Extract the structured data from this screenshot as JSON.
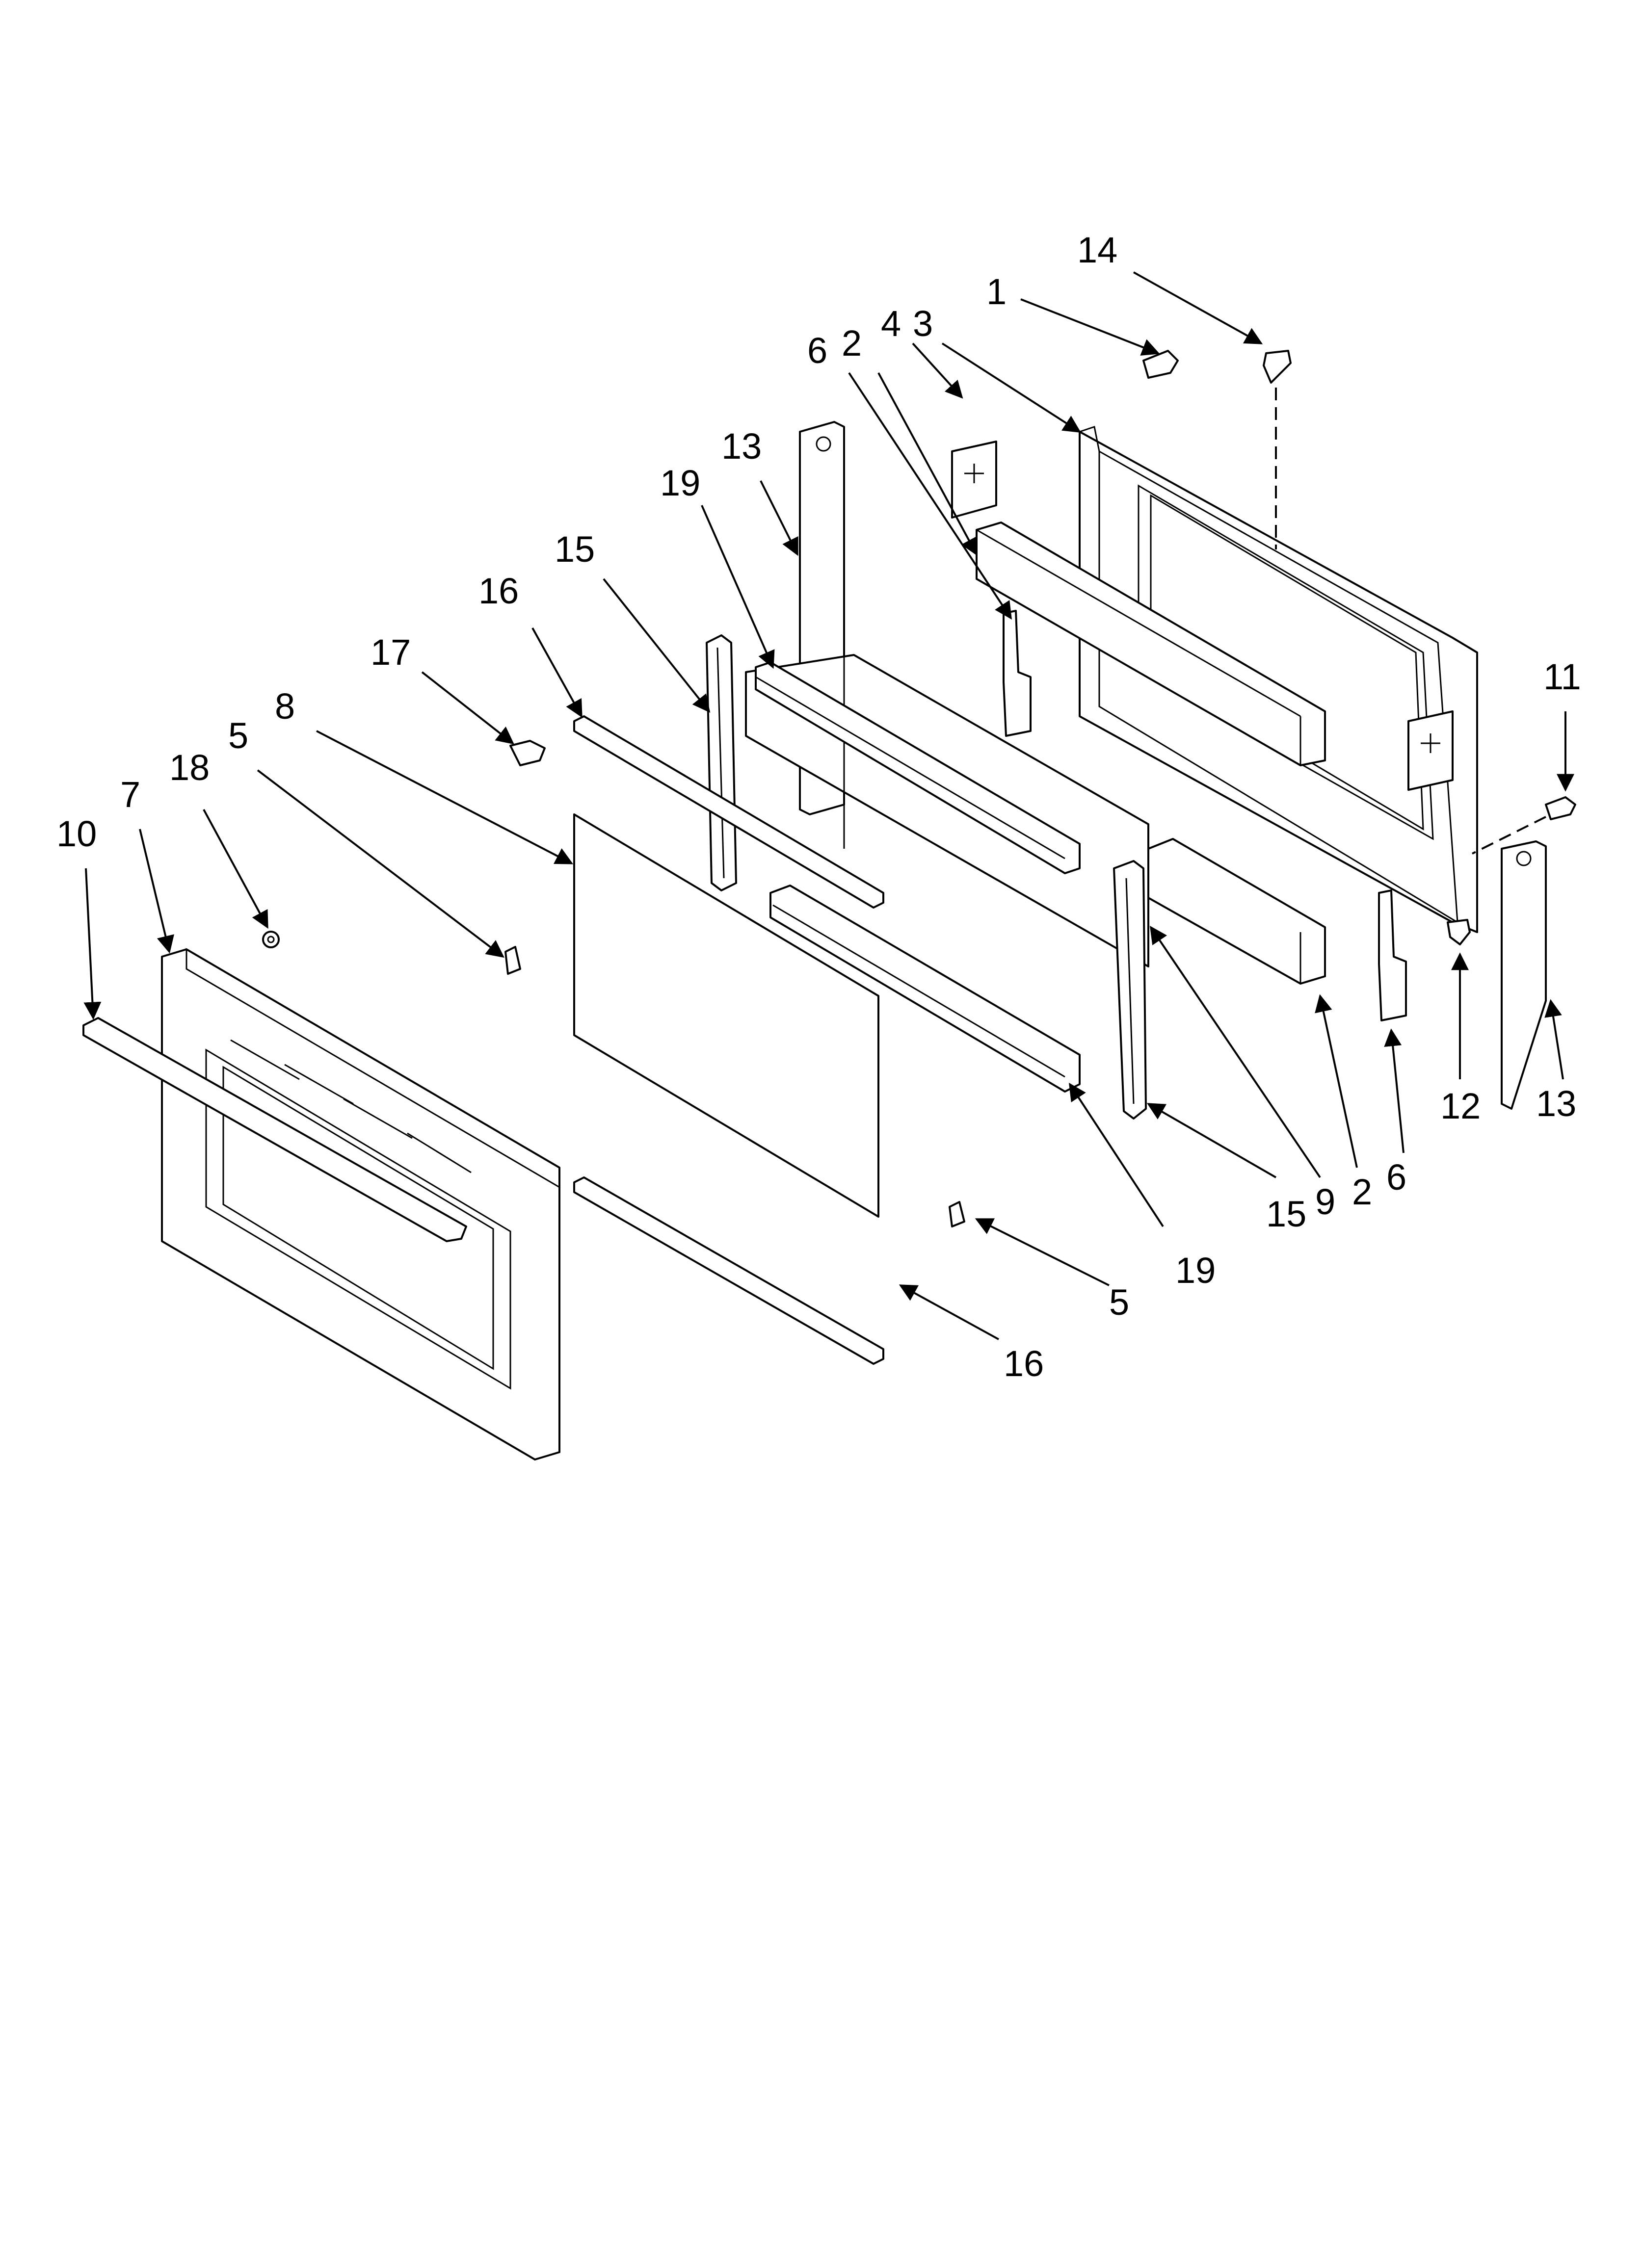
{
  "diagram": {
    "callouts": [
      {
        "id": "c14",
        "text": "14"
      },
      {
        "id": "c1",
        "text": "1"
      },
      {
        "id": "c4",
        "text": "4"
      },
      {
        "id": "c3",
        "text": "3"
      },
      {
        "id": "c6a",
        "text": "6"
      },
      {
        "id": "c2a",
        "text": "2"
      },
      {
        "id": "c13a",
        "text": "13"
      },
      {
        "id": "c19a",
        "text": "19"
      },
      {
        "id": "c15a",
        "text": "15"
      },
      {
        "id": "c16a",
        "text": "16"
      },
      {
        "id": "c17",
        "text": "17"
      },
      {
        "id": "c8",
        "text": "8"
      },
      {
        "id": "c5a",
        "text": "5"
      },
      {
        "id": "c18",
        "text": "18"
      },
      {
        "id": "c7",
        "text": "7"
      },
      {
        "id": "c10",
        "text": "10"
      },
      {
        "id": "c11",
        "text": "11"
      },
      {
        "id": "c12",
        "text": "12"
      },
      {
        "id": "c13b",
        "text": "13"
      },
      {
        "id": "c6b",
        "text": "6"
      },
      {
        "id": "c2b",
        "text": "2"
      },
      {
        "id": "c9",
        "text": "9"
      },
      {
        "id": "c15b",
        "text": "15"
      },
      {
        "id": "c19b",
        "text": "19"
      },
      {
        "id": "c5b",
        "text": "5"
      },
      {
        "id": "c16b",
        "text": "16"
      }
    ]
  }
}
